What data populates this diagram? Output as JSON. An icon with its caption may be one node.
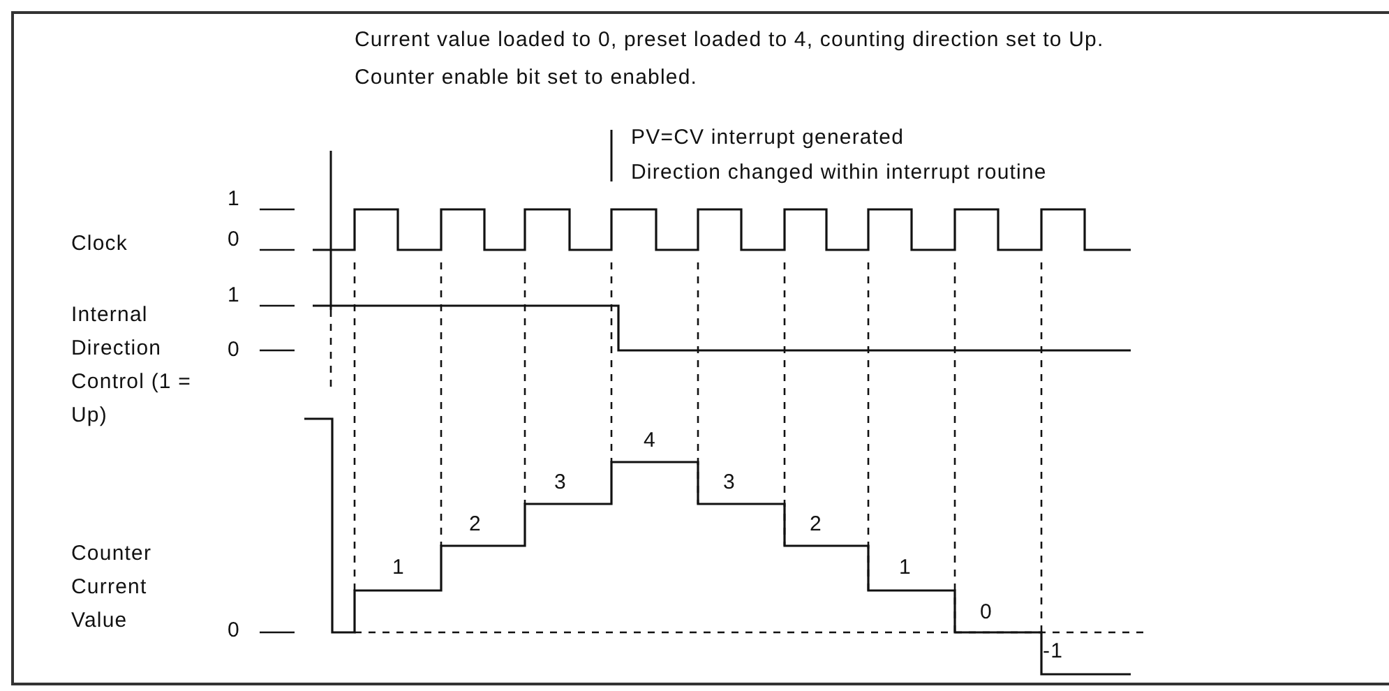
{
  "diagram": {
    "labels": [
      "Current value loaded to 0, preset loaded to 4, counting direction set to Up.",
      "Counter enable bit set to enabled.",
      "PV=CV interrupt generated",
      "Direction changed within interrupt routine",
      "1",
      "Clock",
      "0",
      "1",
      "Internal Direction Control (1 = Up)",
      "0",
      "Counter Current Value",
      "0",
      "1",
      "2",
      "3",
      "4",
      "3",
      "2",
      "1",
      "0",
      "-1"
    ]
  }
}
